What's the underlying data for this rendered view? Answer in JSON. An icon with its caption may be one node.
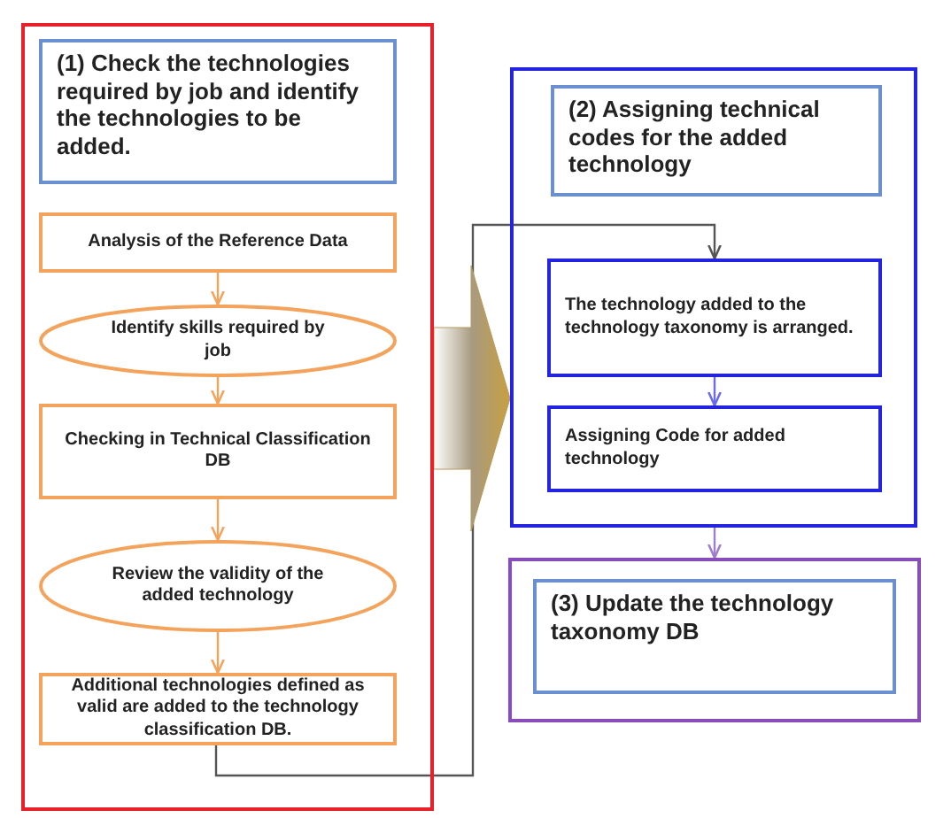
{
  "diagram": {
    "nodes": [
      {
        "text": [],
        "shape": "box"
      },
      {
        "text": [
          "(1) Check the technologies required by job and identify the technologies to be added."
        ],
        "in": 0
      },
      {
        "text": [
          "Analysis of the Reference Data"
        ],
        "in": 0
      },
      {
        "text": [
          "Identify skills required by job"
        ],
        "in": 0
      },
      {
        "text": [
          "Checking in Technical Classification DB"
        ],
        "in": 0
      },
      {
        "text": [
          "Review the validity of the added technology"
        ],
        "in": 0
      },
      {
        "text": [
          "Additional technologies defined as valid are added to the technology classification DB."
        ],
        "in": 0
      },
      {
        "text": [],
        "shape": "box"
      },
      {
        "text": [
          "(2) Assigning technical codes for the added technology"
        ],
        "in": 7
      },
      {
        "text": [
          "The technology added to the technology taxonomy is arranged."
        ],
        "in": 7
      },
      {
        "text": [
          "Assigning Code for added technology"
        ],
        "in": 7
      },
      {
        "text": [],
        "shape": "box"
      },
      {
        "text": [
          "(3) Update the technology taxonomy DB"
        ],
        "in": 11
      }
    ],
    "edges": [
      {
        "from": 2,
        "to": 3,
        "arrow": "to"
      },
      {
        "from": 3,
        "to": 4,
        "arrow": "to"
      },
      {
        "from": 4,
        "to": 5,
        "arrow": "to"
      },
      {
        "from": 5,
        "to": 6,
        "arrow": "to"
      },
      {
        "from": 6,
        "to": 9,
        "arrow": "to",
        "color": "#555555"
      },
      {
        "from": 0,
        "to": 7,
        "arrow": "to",
        "style": "thick",
        "color": "#b89a5c"
      },
      {
        "from": 9,
        "to": 10,
        "arrow": "to",
        "color": "#6a6af0"
      },
      {
        "from": 7,
        "to": 11,
        "arrow": "to",
        "color": "#a07cd0"
      }
    ]
  }
}
